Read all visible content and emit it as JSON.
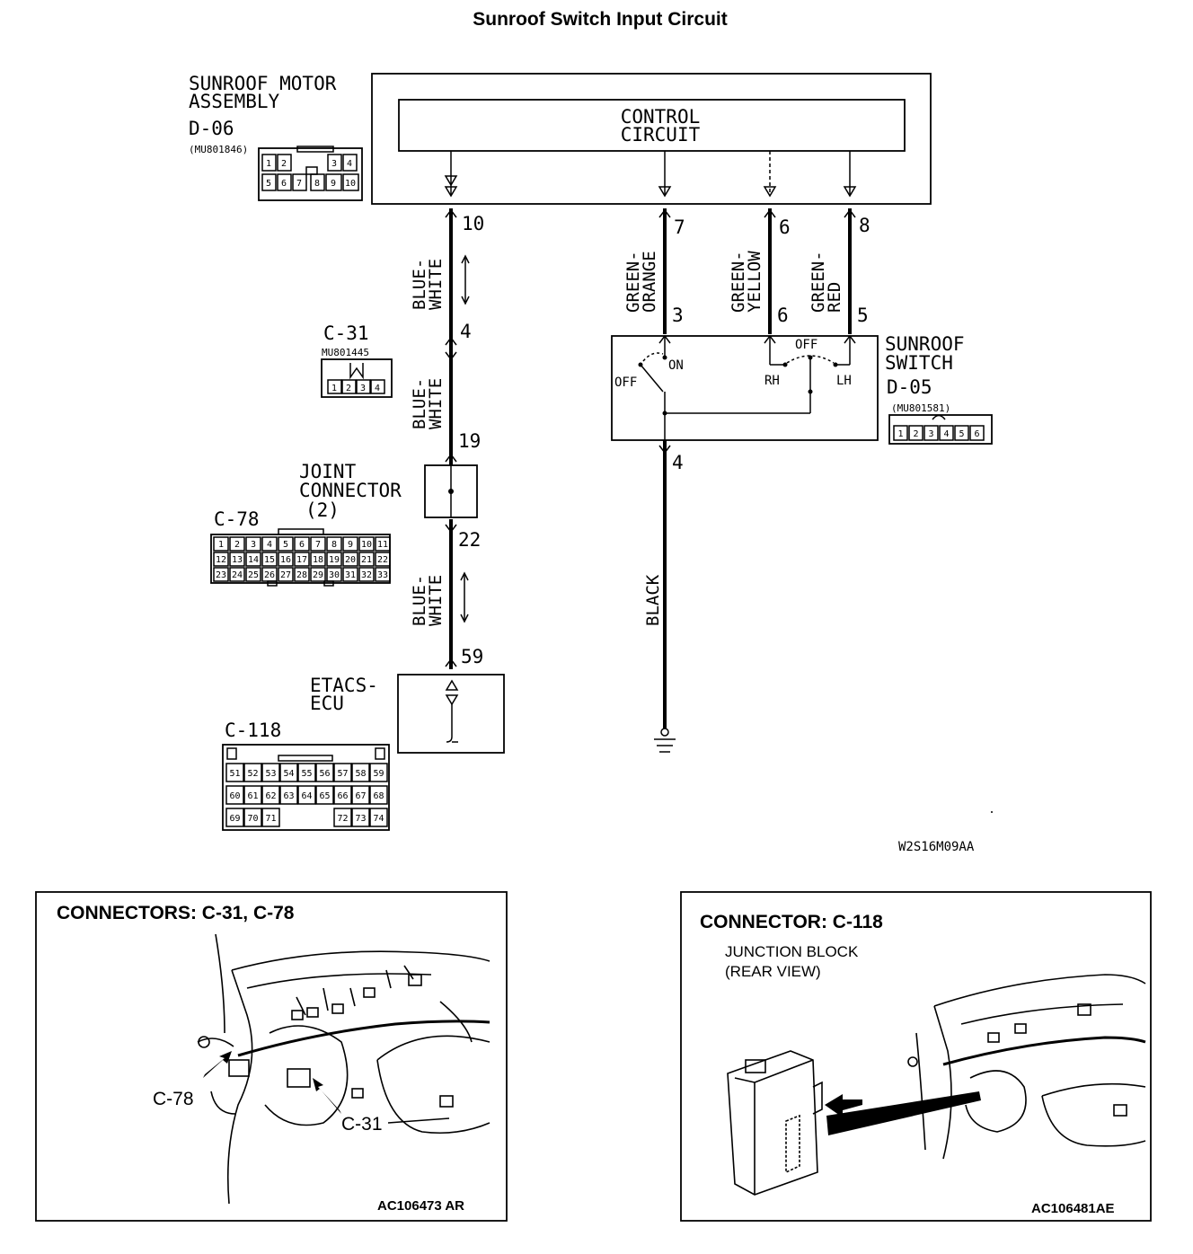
{
  "title": "Sunroof Switch Input Circuit",
  "motor_assembly": {
    "name_line1": "SUNROOF MOTOR",
    "name_line2": "ASSEMBLY",
    "connector_id": "D-06",
    "part_no": "(MU801846)",
    "control_line1": "CONTROL",
    "control_line2": "CIRCUIT",
    "pins_top": [
      "1",
      "2",
      "3",
      "4"
    ],
    "pins_bottom": [
      "5",
      "6",
      "7",
      "8",
      "9",
      "10"
    ]
  },
  "connector_c31": {
    "id": "C-31",
    "part_no": "MU801445",
    "pins": [
      "1",
      "2",
      "3",
      "4"
    ]
  },
  "joint_connector": {
    "line1": "JOINT",
    "line2": "CONNECTOR",
    "line3": "(2)",
    "connector_id": "C-78",
    "pins": [
      [
        "1",
        "2",
        "3",
        "4",
        "5",
        "6",
        "7",
        "8",
        "9",
        "10",
        "11"
      ],
      [
        "12",
        "13",
        "14",
        "15",
        "16",
        "17",
        "18",
        "19",
        "20",
        "21",
        "22"
      ],
      [
        "23",
        "24",
        "25",
        "26",
        "27",
        "28",
        "29",
        "30",
        "31",
        "32",
        "33"
      ]
    ]
  },
  "etacs": {
    "line1": "ETACS-",
    "line2": "ECU",
    "connector_id": "C-118",
    "pins": [
      [
        "51",
        "52",
        "53",
        "54",
        "55",
        "56",
        "57",
        "58",
        "59"
      ],
      [
        "60",
        "61",
        "62",
        "63",
        "64",
        "65",
        "66",
        "67",
        "68"
      ],
      [
        "69",
        "70",
        "71",
        "",
        "",
        "72",
        "73",
        "74"
      ]
    ]
  },
  "sunroof_switch": {
    "name_line1": "SUNROOF",
    "name_line2": "SWITCH",
    "connector_id": "D-05",
    "part_no": "(MU801581)",
    "pins": [
      "1",
      "2",
      "3",
      "4",
      "5",
      "6"
    ],
    "labels": {
      "off_left": "OFF",
      "on": "ON",
      "off_right": "OFF",
      "rh": "RH",
      "lh": "LH"
    }
  },
  "wires": {
    "blue_white_line1": "BLUE-",
    "blue_white_line2": "WHITE",
    "green_orange_line1": "GREEN-",
    "green_orange_line2": "ORANGE",
    "green_yellow_line1": "GREEN-",
    "green_yellow_line2": "YELLOW",
    "green_red_line1": "GREEN-",
    "green_red_line2": "RED",
    "black": "BLACK"
  },
  "terminals": {
    "motor_10": "10",
    "c31_4": "4",
    "jc_19": "19",
    "jc_22": "22",
    "ecu_59": "59",
    "motor_7": "7",
    "motor_6": "6",
    "motor_8": "8",
    "sw_3": "3",
    "sw_6": "6",
    "sw_5": "5",
    "sw_4": "4"
  },
  "diagram_code": "W2S16M09AA",
  "panel_left": {
    "title": "CONNECTORS: C-31, C-78",
    "callout_c78": "C-78",
    "callout_c31": "C-31",
    "code": "AC106473 AR"
  },
  "panel_right": {
    "title": "CONNECTOR: C-118",
    "sub_line1": "JUNCTION BLOCK",
    "sub_line2": "(REAR VIEW)",
    "code": "AC106481AE"
  }
}
